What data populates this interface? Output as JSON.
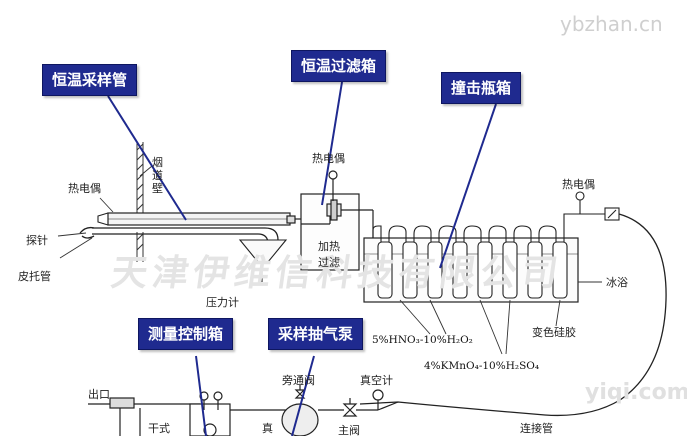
{
  "watermark": {
    "company": "天津伊维信科技有限公司",
    "site": "ybzhan.cn",
    "corner": "yiqi.com"
  },
  "callouts": {
    "sampling_tube": "恒温采样管",
    "filter_box": "恒温过滤箱",
    "impinger_box": "撞击瓶箱",
    "control_box": "测量控制箱",
    "pump": "采样抽气泵"
  },
  "labels": {
    "chimney_wall": "烟道壁",
    "thermocouple_left": "热电偶",
    "probe": "探针",
    "pitot": "皮托管",
    "pressure_gauge": "压力计",
    "thermocouple_filter": "热电偶",
    "heating": "加热",
    "filter": "过滤",
    "thermocouple_right": "热电偶",
    "ice_bath": "冰浴",
    "silica_gel": "变色硅胶",
    "bypass_valve": "旁通阀",
    "vacuum_gauge": "真空计",
    "main_valve": "主阀",
    "outlet": "出口",
    "dry_gas_meter": "干式",
    "vacuum": "真",
    "connector": "连接管",
    "reagent1": "5%HNO₃-10%H₂O₂",
    "reagent2": "4%KMnO₄-10%H₂SO₄"
  }
}
